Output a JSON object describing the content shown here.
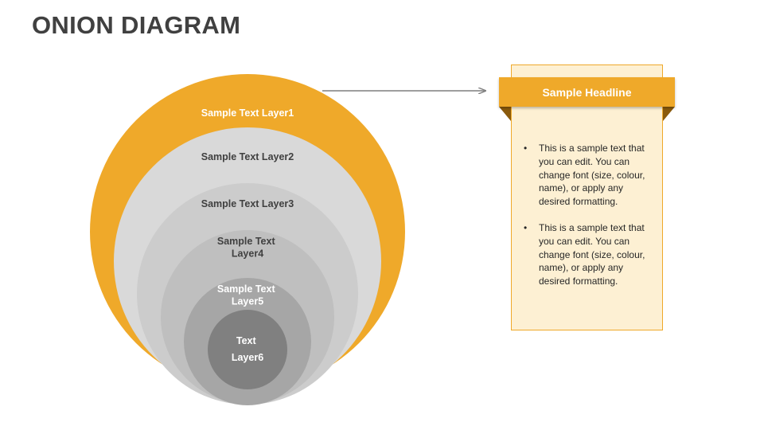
{
  "slide": {
    "title": "ONION DIAGRAM"
  },
  "layers": [
    {
      "lines": [
        "Sample Text Layer1"
      ],
      "fill": "#efa92a",
      "text_color": "#ffffff"
    },
    {
      "lines": [
        "Sample Text Layer2"
      ],
      "fill": "#d9d9d9",
      "text_color": "#404040"
    },
    {
      "lines": [
        "Sample Text Layer3"
      ],
      "fill": "#cccccc",
      "text_color": "#404040"
    },
    {
      "lines": [
        "Sample Text",
        "Layer4"
      ],
      "fill": "#bfbfbf",
      "text_color": "#404040"
    },
    {
      "lines": [
        "Sample Text",
        "Layer5"
      ],
      "fill": "#a6a6a6",
      "text_color": "#ffffff"
    },
    {
      "lines": [
        "Text",
        "Layer6"
      ],
      "fill": "#808080",
      "text_color": "#ffffff"
    }
  ],
  "info_box": {
    "headline": "Sample Headline",
    "bullet_symbol": "•",
    "bullets": [
      "This is a sample text that you can edit. You can change font (size, colour, name), or apply any desired formatting.",
      "This is a sample text that you can edit. You can change font (size, colour, name), or apply any desired formatting."
    ]
  },
  "colors": {
    "accent": "#efa92a",
    "title_text": "#404040",
    "card_background": "#fdf0d3",
    "arrow": "#7f7f7f"
  }
}
